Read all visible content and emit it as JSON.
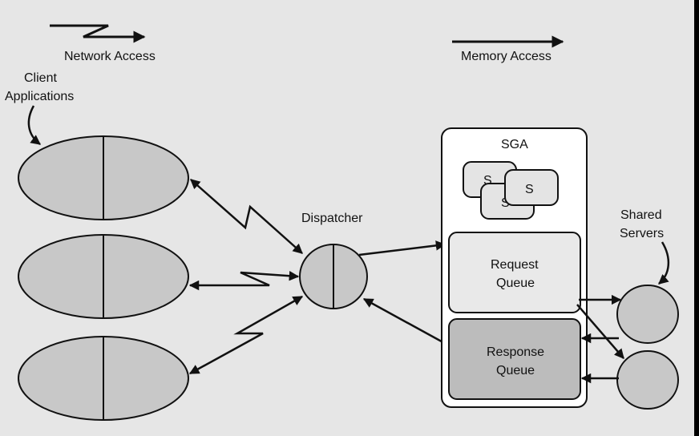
{
  "legend": {
    "network_access": "Network Access",
    "memory_access": "Memory Access"
  },
  "labels": {
    "client_line1": "Client",
    "client_line2": "Applications",
    "dispatcher": "Dispatcher",
    "sga": "SGA",
    "shared_line1": "Shared",
    "shared_line2": "Servers"
  },
  "sga": {
    "session_blocks": [
      "S",
      "S",
      "S"
    ],
    "request_queue_line1": "Request",
    "request_queue_line2": "Queue",
    "response_queue_line1": "Response",
    "response_queue_line2": "Queue"
  },
  "colors": {
    "background": "#e6e6e6",
    "node_fill": "#c8c8c8",
    "response_fill": "#bcbcbc",
    "request_fill": "#e9e9e9",
    "sga_fill": "#ffffff",
    "stroke": "#111111"
  }
}
